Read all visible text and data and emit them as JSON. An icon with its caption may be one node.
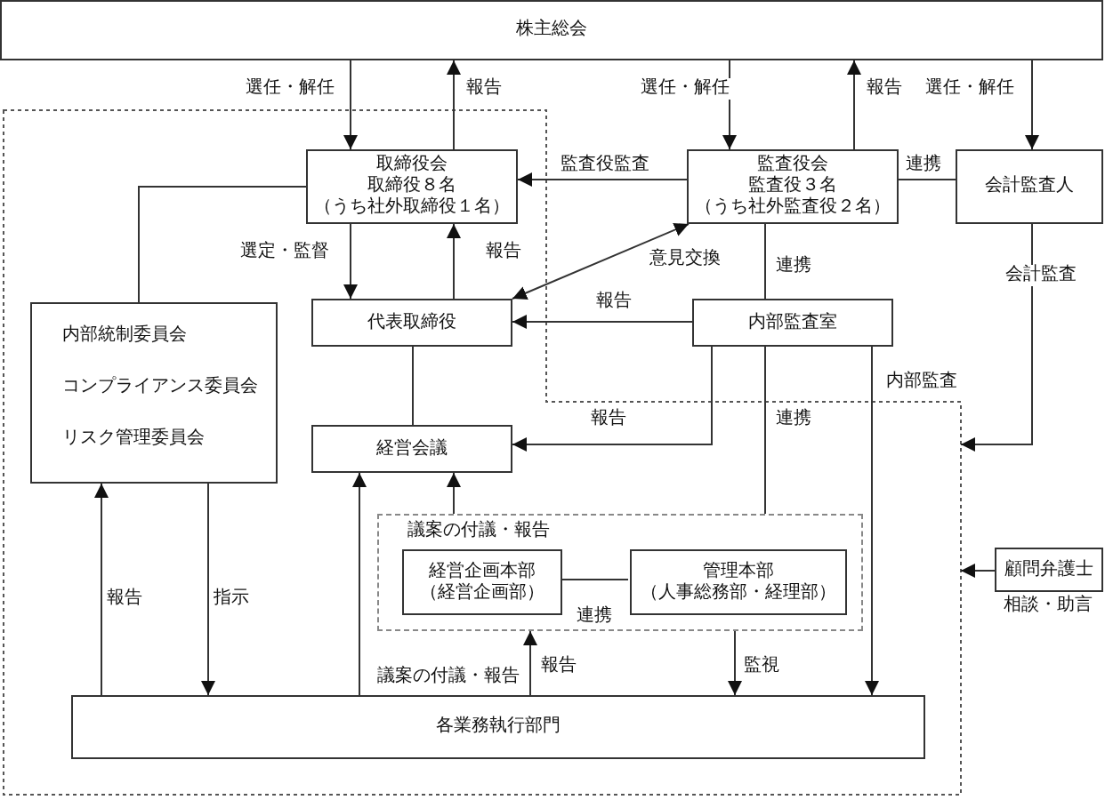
{
  "diagram": {
    "nodes": [
      {
        "text": [
          "株主総会"
        ]
      },
      {
        "text": [],
        "shape": "box"
      },
      {
        "text": [
          "取締役会",
          "取締役８名",
          "（うち社外取締役１名）"
        ],
        "in": 1
      },
      {
        "text": [
          "監査役会",
          "監査役３名",
          "（うち社外監査役２名）"
        ]
      },
      {
        "text": [
          "会計監査人"
        ]
      },
      {
        "text": [
          "内部統制委員会",
          "コンプライアンス委員会",
          "リスク管理委員会"
        ],
        "in": 1
      },
      {
        "text": [
          "代表取締役"
        ],
        "in": 1
      },
      {
        "text": [
          "内部監査室"
        ]
      },
      {
        "text": [
          "経営会議"
        ],
        "in": 1
      },
      {
        "text": [
          "議案の付議・報告"
        ],
        "in": 1
      },
      {
        "text": [
          "経営企画本部",
          "（経営企画部）"
        ],
        "in": 9
      },
      {
        "text": [
          "管理本部",
          "（人事総務部・経理部）"
        ],
        "in": 9
      },
      {
        "text": [
          "顧問弁護士"
        ],
        "beside": [
          "相談・助言"
        ]
      },
      {
        "text": [
          "各業務執行部門"
        ],
        "in": 1
      }
    ],
    "edges": [
      {
        "from": 0,
        "to": 2,
        "arrow": "to",
        "label": "選任・解任"
      },
      {
        "from": 2,
        "to": 0,
        "arrow": "to",
        "label": "報告"
      },
      {
        "from": 0,
        "to": 3,
        "arrow": "to",
        "label": "選任・解任"
      },
      {
        "from": 3,
        "to": 0,
        "arrow": "to",
        "label": "報告"
      },
      {
        "from": 0,
        "to": 4,
        "arrow": "to",
        "label": "選任・解任"
      },
      {
        "from": 3,
        "to": 2,
        "arrow": "to",
        "label": "監査役監査"
      },
      {
        "from": 3,
        "to": 4,
        "arrow": "none",
        "label": "連携"
      },
      {
        "from": 2,
        "to": 6,
        "arrow": "to",
        "label": "選定・監督"
      },
      {
        "from": 6,
        "to": 2,
        "arrow": "to",
        "label": "報告"
      },
      {
        "from": 6,
        "to": 3,
        "arrow": "both",
        "label": "意見交換"
      },
      {
        "from": 7,
        "to": 6,
        "arrow": "to",
        "label": "報告"
      },
      {
        "from": 3,
        "to": 7,
        "arrow": "none",
        "label": "連携"
      },
      {
        "from": 2,
        "to": 5,
        "arrow": "none"
      },
      {
        "from": 6,
        "to": 8,
        "arrow": "none"
      },
      {
        "from": 7,
        "to": 8,
        "arrow": "to",
        "label": "報告"
      },
      {
        "from": 7,
        "to": 9,
        "arrow": "none",
        "label": "連携"
      },
      {
        "from": 7,
        "to": 13,
        "arrow": "to",
        "label": "内部監査"
      },
      {
        "from": 4,
        "to": 1,
        "arrow": "to",
        "label": "会計監査"
      },
      {
        "from": 12,
        "to": 1,
        "arrow": "to"
      },
      {
        "from": 9,
        "to": 8,
        "arrow": "to"
      },
      {
        "from": 10,
        "to": 11,
        "arrow": "none",
        "label": "連携"
      },
      {
        "from": 13,
        "to": 5,
        "arrow": "to",
        "label": "報告"
      },
      {
        "from": 5,
        "to": 13,
        "arrow": "to",
        "label": "指示"
      },
      {
        "from": 13,
        "to": 8,
        "arrow": "to",
        "label": "議案の付議・報告"
      },
      {
        "from": 13,
        "to": 9,
        "arrow": "to",
        "label": "報告"
      },
      {
        "from": 9,
        "to": 13,
        "arrow": "to",
        "label": "監視"
      }
    ]
  }
}
